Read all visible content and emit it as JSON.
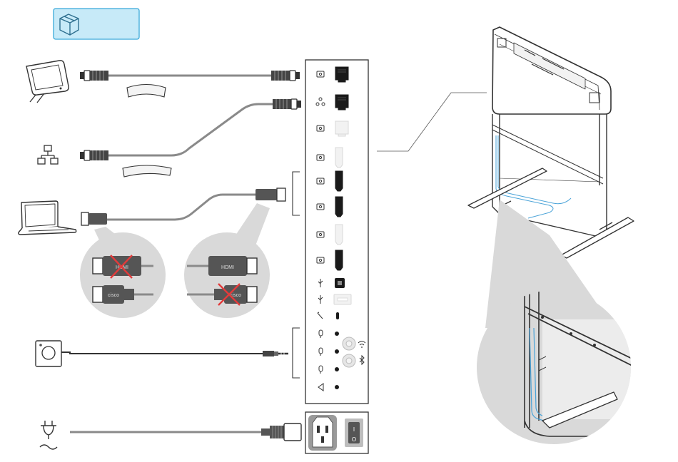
{
  "box_icon": "package-box-icon",
  "colors": {
    "line": "#333333",
    "cable": "#8a8a8a",
    "box_fill": "#c7eaf8",
    "box_stroke": "#3aa9d9",
    "callout_fill": "#d9d9d9",
    "cross": "#e23b3b",
    "cable_blue": "#4aa3d8"
  },
  "devices": [
    {
      "id": "touch-controller",
      "icon": "touch-panel-icon"
    },
    {
      "id": "network",
      "icon": "network-tree-icon"
    },
    {
      "id": "laptop",
      "icon": "laptop-icon"
    },
    {
      "id": "table-microphone",
      "icon": "microphone-pod-icon"
    },
    {
      "id": "power",
      "icon": "power-plug-icon"
    }
  ],
  "callouts": [
    {
      "id": "left",
      "top_connector_text": "HDMI",
      "bottom_connector_text": "cisco",
      "crossed": "top"
    },
    {
      "id": "right",
      "top_connector_text": "HDMI",
      "bottom_connector_text": "cisco",
      "crossed": "bottom"
    }
  ],
  "panel_ports": [
    {
      "icon": "touch-port-icon",
      "connector": "rj45"
    },
    {
      "icon": "network-port-icon",
      "connector": "rj45"
    },
    {
      "icon": "camera-port-icon",
      "connector": "rj45-dim"
    },
    {
      "icon": "display-out-port-icon",
      "connector": "hdmi-dim"
    },
    {
      "icon": "hdmi-in-1-icon",
      "connector": "hdmi"
    },
    {
      "icon": "hdmi-in-2-icon",
      "connector": "hdmi"
    },
    {
      "icon": "display-1-port-icon",
      "connector": "hdmi-dim"
    },
    {
      "icon": "display-2-port-icon",
      "connector": "hdmi"
    },
    {
      "icon": "usb-b-port-icon",
      "connector": "usb-b"
    },
    {
      "icon": "usb-a-port-icon",
      "connector": "usb-a-dim"
    },
    {
      "icon": "service-port-icon",
      "connector": "usb-c"
    },
    {
      "icon": "mic-1-port-icon",
      "connector": "jack"
    },
    {
      "icon": "mic-2-port-icon",
      "connector": "jack"
    },
    {
      "icon": "mic-3-port-icon",
      "connector": "jack"
    },
    {
      "icon": "audio-out-port-icon",
      "connector": "jack"
    }
  ],
  "antennas": [
    {
      "icon": "wifi-icon"
    },
    {
      "icon": "bluetooth-icon"
    }
  ],
  "power_panel": {
    "switch_on_label": "I",
    "switch_off_label": "O"
  },
  "ac_symbol": "~"
}
